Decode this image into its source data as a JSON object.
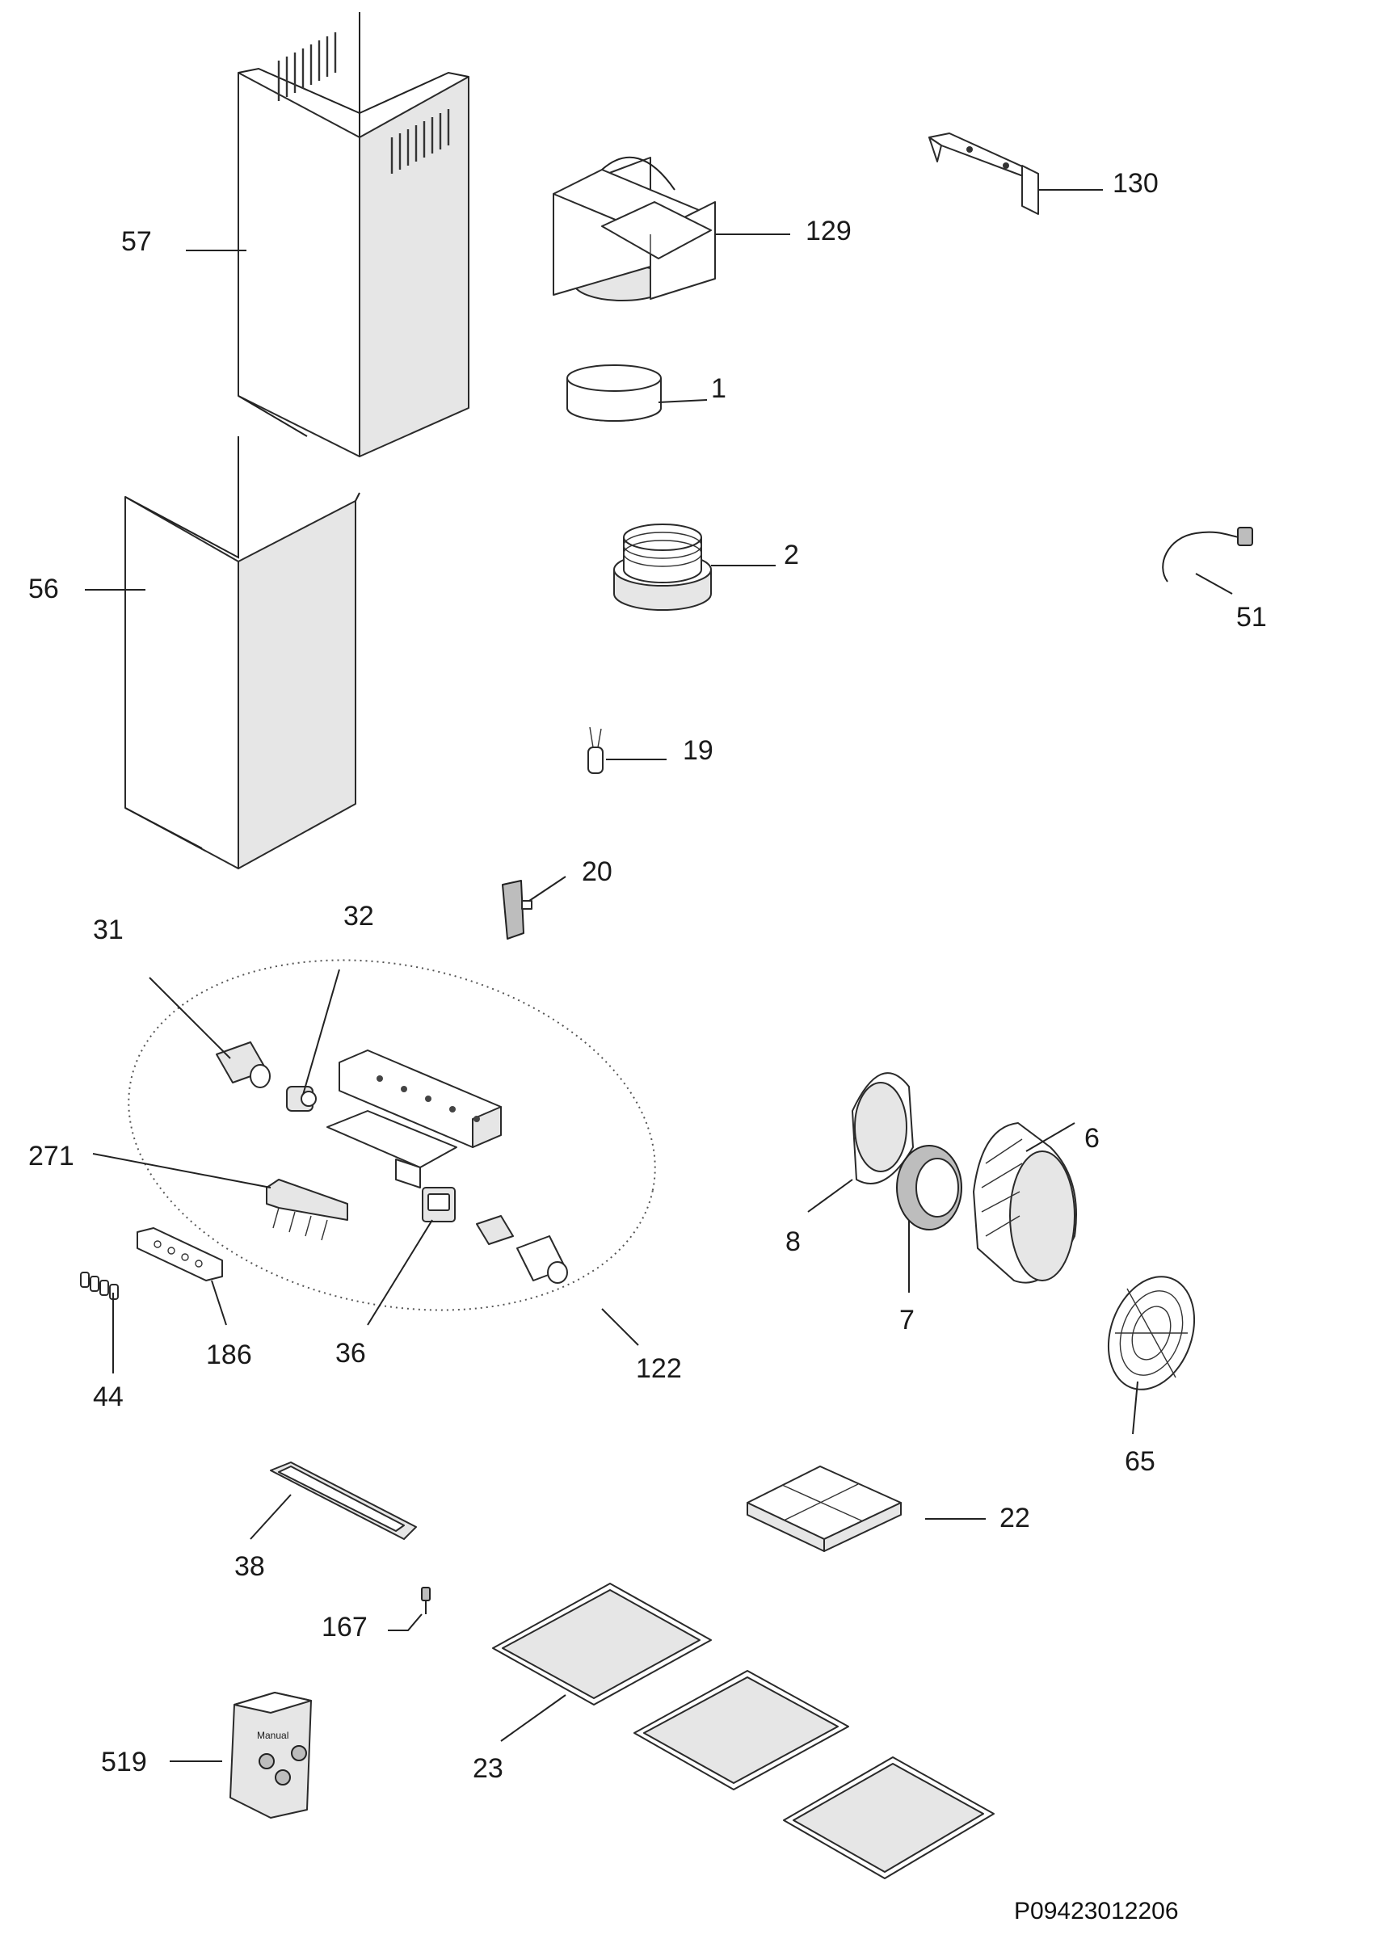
{
  "diagram": {
    "code": "P09423012206",
    "callouts": [
      {
        "id": "57"
      },
      {
        "id": "56"
      },
      {
        "id": "129"
      },
      {
        "id": "130"
      },
      {
        "id": "1"
      },
      {
        "id": "2"
      },
      {
        "id": "51"
      },
      {
        "id": "19"
      },
      {
        "id": "20"
      },
      {
        "id": "31"
      },
      {
        "id": "32"
      },
      {
        "id": "271"
      },
      {
        "id": "186"
      },
      {
        "id": "44"
      },
      {
        "id": "36"
      },
      {
        "id": "122"
      },
      {
        "id": "6"
      },
      {
        "id": "8"
      },
      {
        "id": "7"
      },
      {
        "id": "65"
      },
      {
        "id": "22"
      },
      {
        "id": "38"
      },
      {
        "id": "167"
      },
      {
        "id": "519"
      },
      {
        "id": "23"
      }
    ],
    "bag_text": "Manual"
  }
}
